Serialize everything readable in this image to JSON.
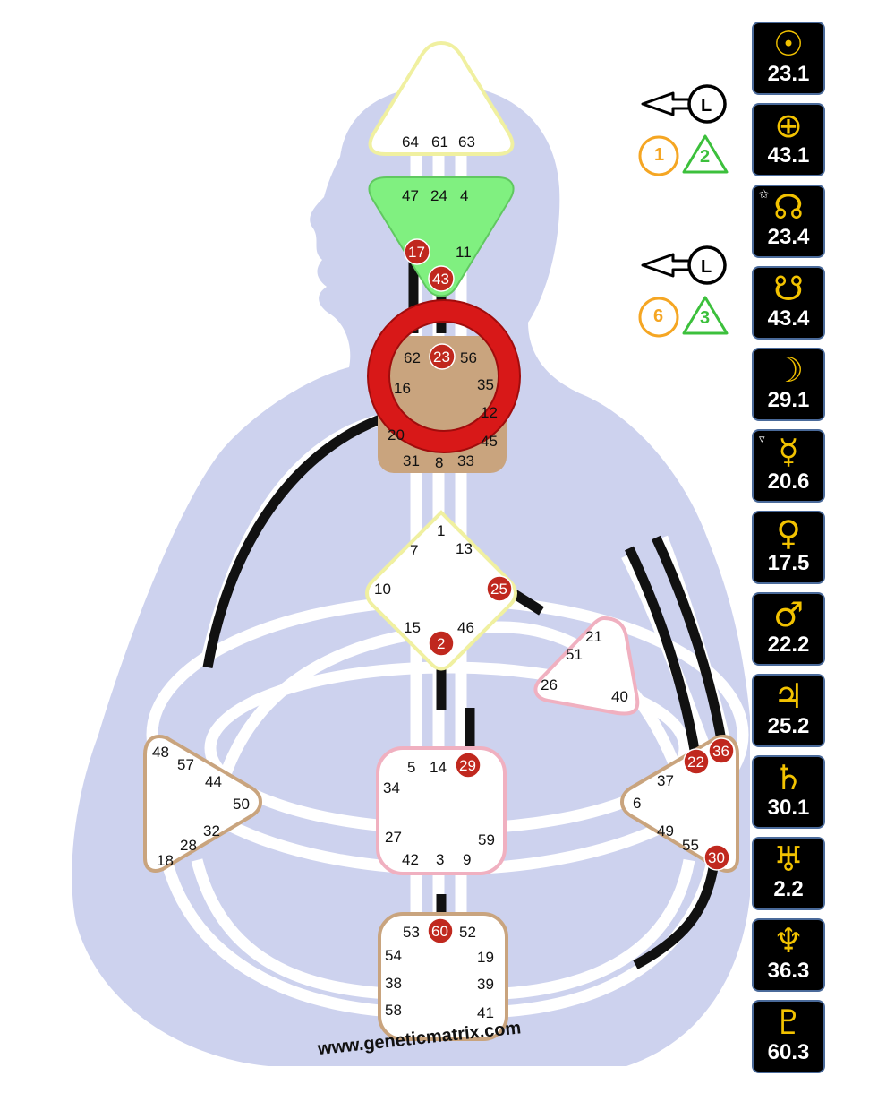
{
  "watermark": "www.geneticmatrix.com",
  "colors": {
    "silhouette": "#cdd2ee",
    "channel_defined": "#111111",
    "head_border": "#f0f0a0",
    "ajna_fill": "#80f080",
    "throat_fill": "#c9a47e",
    "g_border": "#f0f0a0",
    "heart_border": "#f0b0c0",
    "sacral_border": "#f0b0c0",
    "spleen_border": "#c9a47e",
    "solar_border": "#c9a47e",
    "root_border": "#c9a47e",
    "activated_gate": "#c0281e",
    "focus_ring": "#e01010",
    "variable_orange": "#f5a623",
    "variable_green": "#3cc03c",
    "planet_symbol": "#f2c200"
  },
  "centers": {
    "head": {
      "gates": [
        "64",
        "61",
        "63"
      ]
    },
    "ajna": {
      "gates": [
        "47",
        "24",
        "4",
        "17",
        "11",
        "43"
      ],
      "activated": [
        "17",
        "43"
      ]
    },
    "throat": {
      "gates": [
        "62",
        "23",
        "56",
        "16",
        "35",
        "12",
        "20",
        "45",
        "31",
        "8",
        "33"
      ],
      "activated": [
        "23"
      ]
    },
    "g": {
      "gates": [
        "1",
        "7",
        "13",
        "10",
        "25",
        "15",
        "46",
        "2"
      ],
      "activated": [
        "25",
        "2"
      ]
    },
    "heart": {
      "gates": [
        "21",
        "51",
        "26",
        "40"
      ]
    },
    "spleen": {
      "gates": [
        "48",
        "57",
        "44",
        "50",
        "32",
        "28",
        "18"
      ]
    },
    "sacral": {
      "gates": [
        "5",
        "14",
        "29",
        "34",
        "27",
        "59",
        "42",
        "3",
        "9"
      ],
      "activated": [
        "29"
      ]
    },
    "solar": {
      "gates": [
        "37",
        "22",
        "36",
        "6",
        "49",
        "55",
        "30"
      ],
      "activated": [
        "22",
        "36",
        "30"
      ]
    },
    "root": {
      "gates": [
        "53",
        "60",
        "52",
        "54",
        "19",
        "38",
        "39",
        "58",
        "41"
      ],
      "activated": [
        "60"
      ]
    }
  },
  "variables": [
    {
      "orange": "1",
      "green": "2"
    },
    {
      "orange": "6",
      "green": "3"
    }
  ],
  "planets": [
    {
      "icon": "sun-icon",
      "symbol": "☉",
      "value": "23.1"
    },
    {
      "icon": "earth-icon",
      "symbol": "⊕",
      "value": "43.1"
    },
    {
      "icon": "north-node-icon",
      "symbol": "☊",
      "value": "23.4",
      "mark": "✩"
    },
    {
      "icon": "south-node-icon",
      "symbol": "☋",
      "value": "43.4"
    },
    {
      "icon": "moon-icon",
      "symbol": "☽",
      "value": "29.1"
    },
    {
      "icon": "mercury-icon",
      "symbol": "☿",
      "value": "20.6",
      "mark": "▿"
    },
    {
      "icon": "venus-icon",
      "symbol": "♀",
      "value": "17.5"
    },
    {
      "icon": "mars-icon",
      "symbol": "♂",
      "value": "22.2"
    },
    {
      "icon": "jupiter-icon",
      "symbol": "♃",
      "value": "25.2"
    },
    {
      "icon": "saturn-icon",
      "symbol": "♄",
      "value": "30.1"
    },
    {
      "icon": "uranus-icon",
      "symbol": "♅",
      "value": "2.2"
    },
    {
      "icon": "neptune-icon",
      "symbol": "♆",
      "value": "36.3"
    },
    {
      "icon": "pluto-icon",
      "symbol": "♇",
      "value": "60.3"
    }
  ]
}
